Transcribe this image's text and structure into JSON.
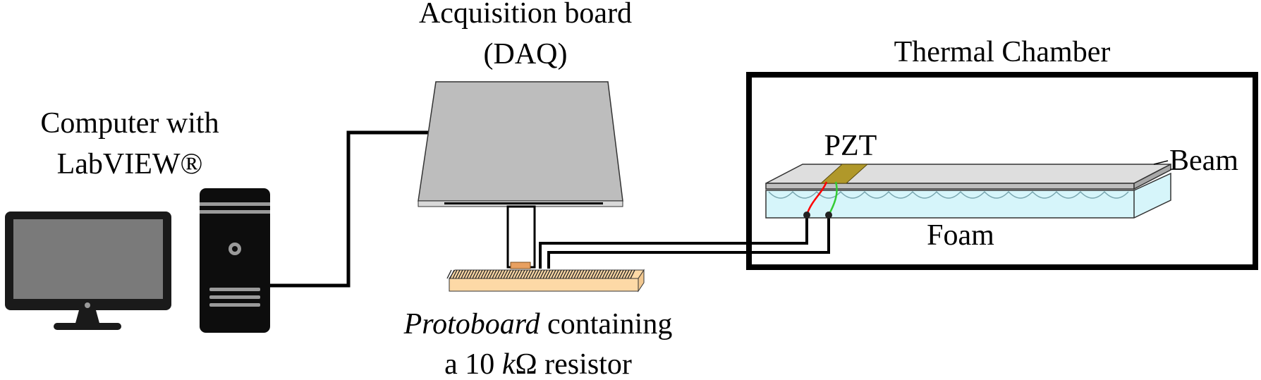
{
  "labels": {
    "computer_line1": "Computer with",
    "computer_line2": "LabVIEW®",
    "daq_line1": "Acquisition board",
    "daq_line2": "(DAQ)",
    "chamber": "Thermal Chamber",
    "pzt": "PZT",
    "beam": "Beam",
    "foam": "Foam",
    "proto_italic": "Protoboard",
    "proto_rest": " containing",
    "resistor_pre": "a 10 ",
    "resistor_unit_italic": "k",
    "resistor_post": "Ω resistor"
  },
  "colors": {
    "stroke": "#000000",
    "monitor_body": "#1a1a1a",
    "monitor_screen": "#7a7a7a",
    "tower_body": "#0d0d0d",
    "tower_stripe": "#9a9a9a",
    "daq_top": "#bdbdbd",
    "daq_base": "#d9d9d9",
    "protoboard": "#fdd9a6",
    "beam": "#dedede",
    "beam_side": "#bfbfbf",
    "foam": "#d6f5fa",
    "pzt": "#b0982a",
    "wire_red": "#ff0000",
    "wire_green": "#33cc33"
  },
  "icons": {
    "monitor": "monitor-icon",
    "tower": "pc-tower-icon",
    "daq": "daq-board-icon",
    "protoboard": "protoboard-icon",
    "chamber": "thermal-chamber-icon"
  }
}
